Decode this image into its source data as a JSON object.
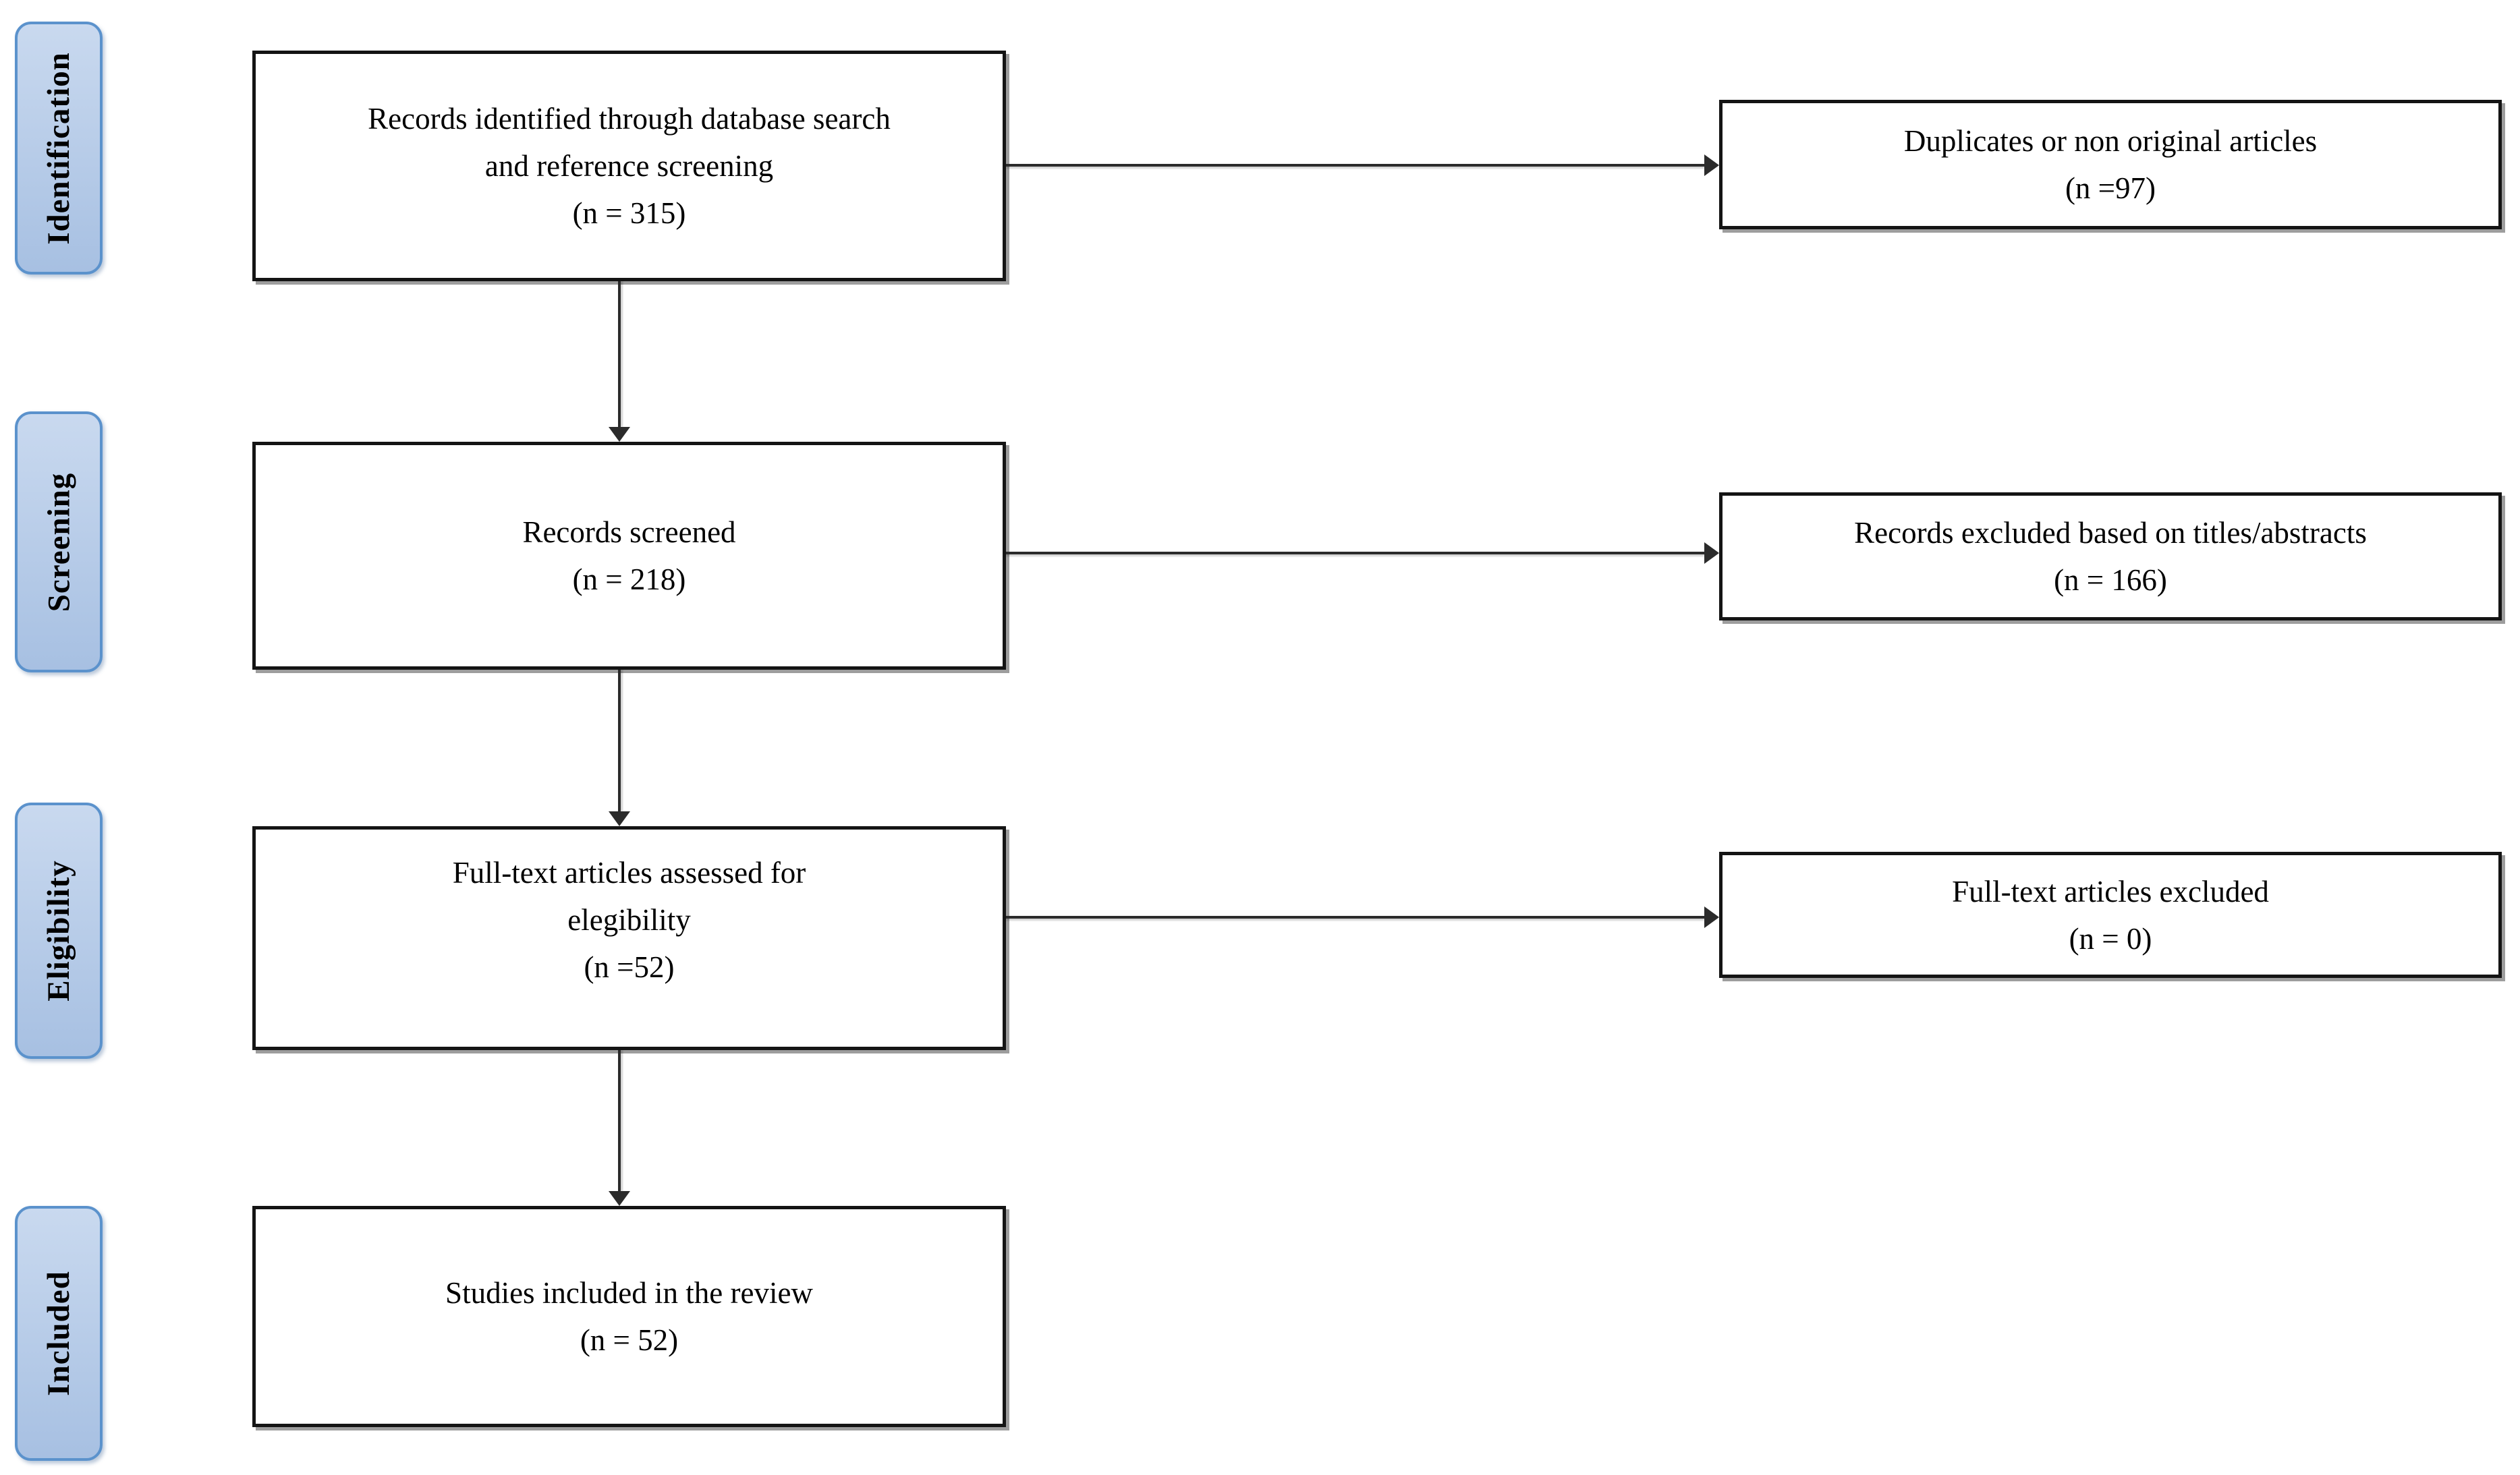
{
  "diagram": {
    "type": "prisma-flow",
    "stages": [
      "Identification",
      "Screening",
      "Eligibility",
      "Included"
    ],
    "flow_boxes": [
      {
        "id": "records-identified",
        "lines": [
          "Records identified through database search",
          "and reference screening",
          "(n = 315)"
        ],
        "n": 315
      },
      {
        "id": "records-screened",
        "lines": [
          "Records screened",
          "(n = 218)"
        ],
        "n": 218
      },
      {
        "id": "fulltext-assessed",
        "lines": [
          "Full-text articles assessed for",
          "elegibility",
          "(n =52)"
        ],
        "n": 52
      },
      {
        "id": "studies-included",
        "lines": [
          "Studies included in the review",
          "(n = 52)"
        ],
        "n": 52
      }
    ],
    "exclusion_boxes": [
      {
        "id": "duplicates-removed",
        "lines": [
          "Duplicates or non original articles",
          "(n =97)"
        ],
        "n": 97
      },
      {
        "id": "records-excluded",
        "lines": [
          "Records excluded based on titles/abstracts",
          "(n = 166)"
        ],
        "n": 166
      },
      {
        "id": "fulltext-excluded",
        "lines": [
          "Full-text articles excluded",
          "(n = 0)"
        ],
        "n": 0
      }
    ],
    "colors": {
      "stage_fill_top": "#c9d9ef",
      "stage_fill_bottom": "#a7c0e2",
      "stage_border": "#5b92cc",
      "box_background": "#ffffff",
      "box_border": "#141414",
      "arrow": "#2b2b2b",
      "shadow": "#9d9d9d",
      "text": "#000000",
      "page_background": "#ffffff"
    }
  }
}
